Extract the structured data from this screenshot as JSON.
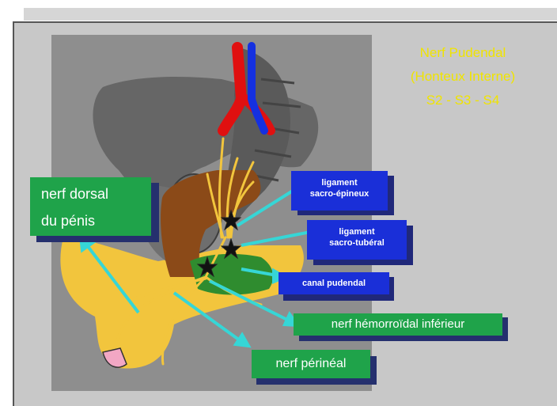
{
  "title": {
    "line1": "Nerf Pudendal",
    "line2": "(Honteux Interne)",
    "line3": "S2 - S3 - S4"
  },
  "labels": {
    "nerf_dorsal_line1": "nerf dorsal",
    "nerf_dorsal_line2": "du pénis",
    "ligament_sacro_epineux_line1": "ligament",
    "ligament_sacro_epineux_line2": "sacro-épineux",
    "ligament_sacro_tuberal_line1": "ligament",
    "ligament_sacro_tuberal_line2": "sacro-tubéral",
    "canal_pudendal": "canal pudendal",
    "nerf_hemorroidal": "nerf hémorroïdal inférieur",
    "nerf_perineal": "nerf périnéal"
  },
  "colors": {
    "title": "#f0e400",
    "green_box": "#1fa34a",
    "blue_box": "#1a2fd8",
    "arrow": "#36d6d6",
    "nerve": "#f2c53d",
    "bone": "#6b6b6b",
    "muscle": "#8b4a18",
    "artery": "#e01010",
    "vein": "#1530e0"
  }
}
